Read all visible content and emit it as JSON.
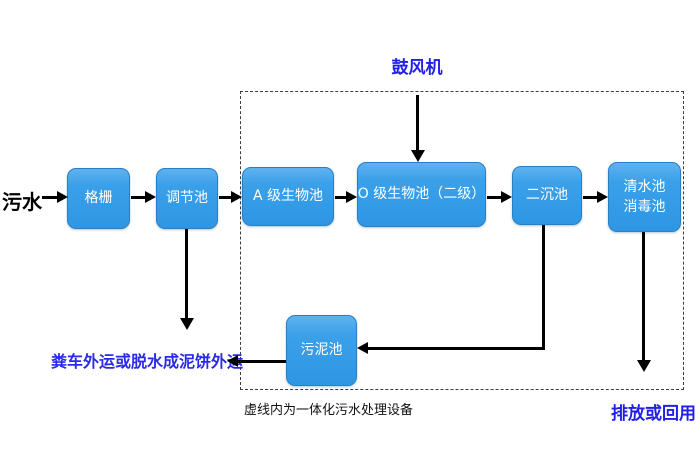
{
  "labels": {
    "source": "污水",
    "blower": "鼓风机",
    "sludge_disposal": "粪车外运或脱水成泥饼外运",
    "dashed_box_caption": "虚线内为一体化污水处理设备",
    "discharge": "排放或回用"
  },
  "nodes": {
    "grid": "格栅",
    "regulating_tank": "调节池",
    "a_bio_tank": "A 级生物池",
    "o_bio_tank": "O 级生物池（二级）",
    "secondary_sedimentation_tank": "二沉池",
    "clear_water_line1": "清水池",
    "clear_water_line2": "消毒池",
    "sludge_tank": "污泥池"
  },
  "colors": {
    "node_fill_top": "#5FB2F0",
    "node_fill_bottom": "#2F96E4",
    "node_border": "#2A7EC2",
    "node_text": "#FFFFFF",
    "blue_label": "#2020E8",
    "black_label": "#000000",
    "arrow": "#000000",
    "background": "#FFFFFF"
  }
}
